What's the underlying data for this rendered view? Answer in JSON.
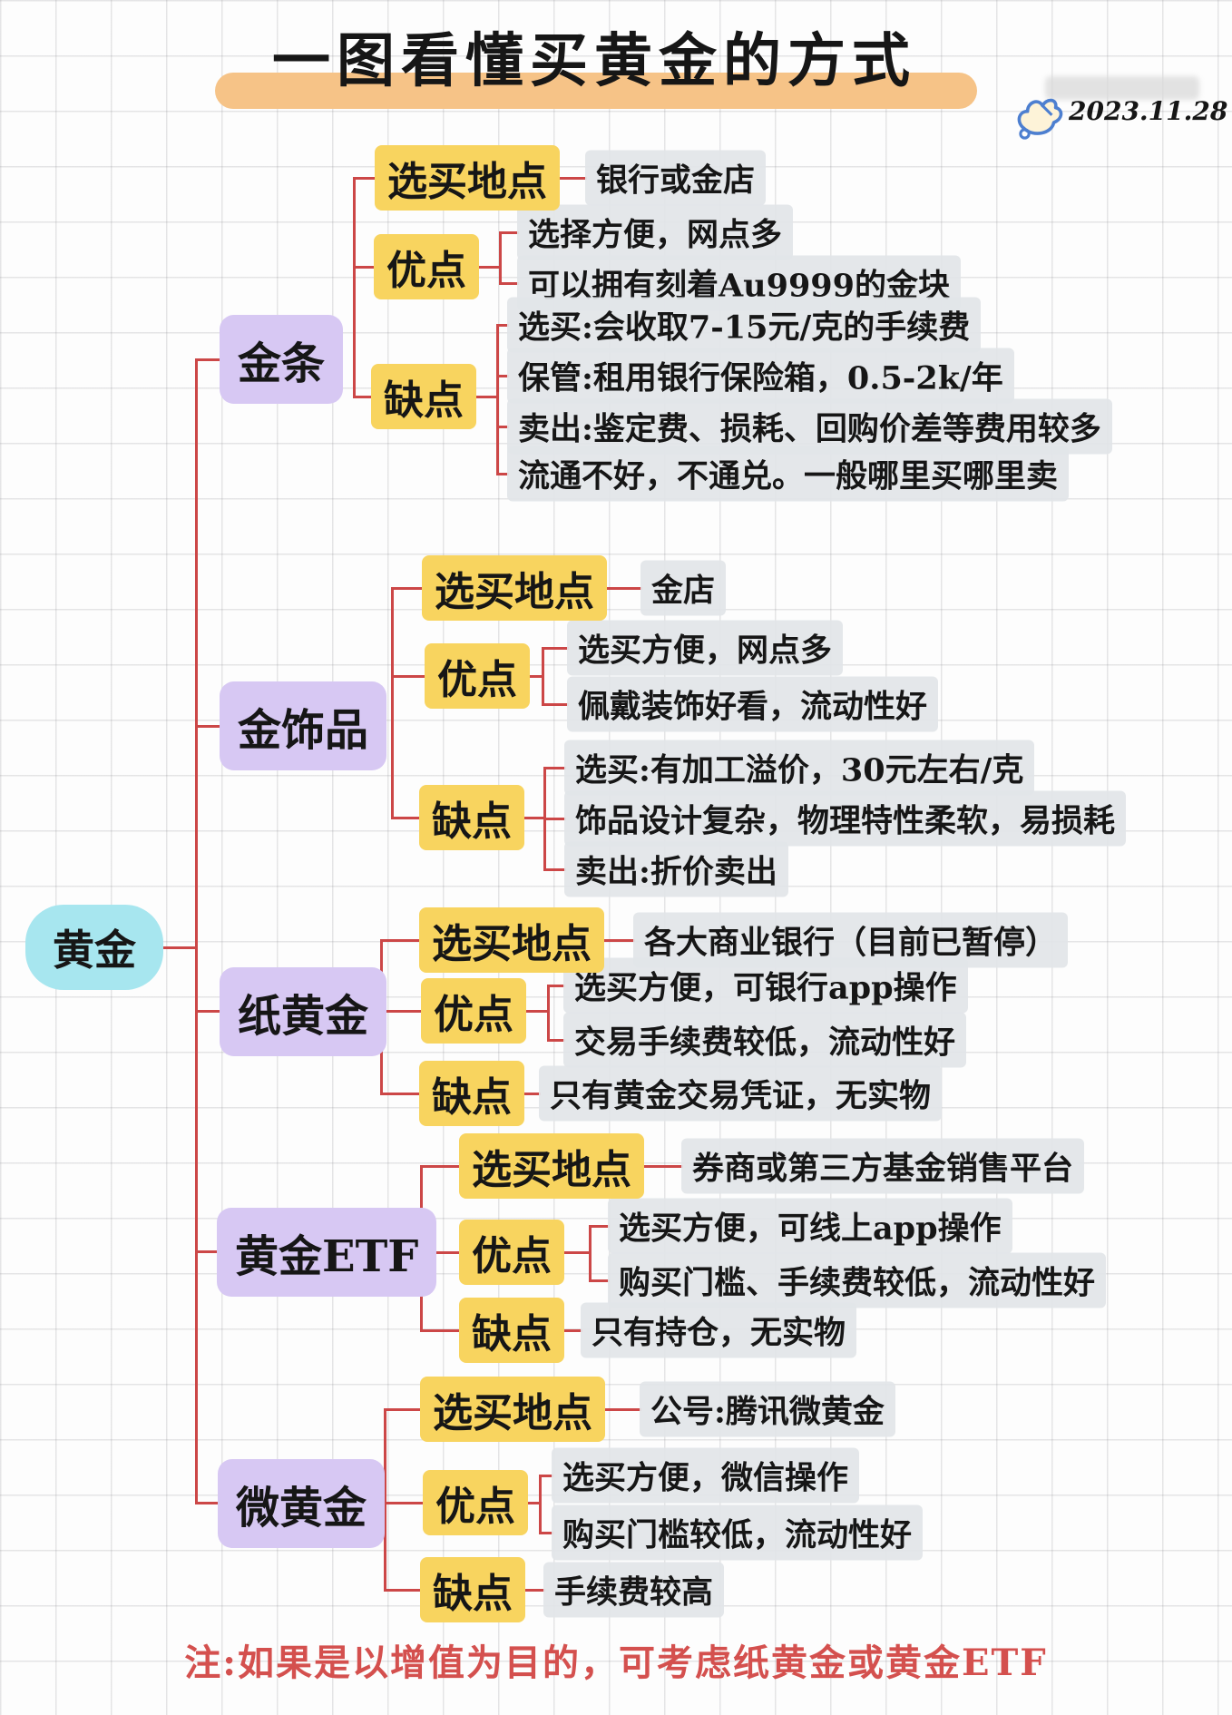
{
  "title": {
    "text": "一图看懂买黄金的方式"
  },
  "date": "2023.11.28",
  "root": {
    "label": "黄金"
  },
  "branches": [
    {
      "label": "金条",
      "groups": [
        {
          "label": "选买地点",
          "leaves": [
            "银行或金店"
          ]
        },
        {
          "label": "优点",
          "leaves": [
            "选择方便，网点多",
            "可以拥有刻着Au9999的金块"
          ]
        },
        {
          "label": "缺点",
          "leaves": [
            "选买:会收取7-15元/克的手续费",
            "保管:租用银行保险箱，0.5-2k/年",
            "卖出:鉴定费、损耗、回购价差等费用较多",
            "流通不好，不通兑。一般哪里买哪里卖"
          ]
        }
      ]
    },
    {
      "label": "金饰品",
      "groups": [
        {
          "label": "选买地点",
          "leaves": [
            "金店"
          ]
        },
        {
          "label": "优点",
          "leaves": [
            "选买方便，网点多",
            "佩戴装饰好看，流动性好"
          ]
        },
        {
          "label": "缺点",
          "leaves": [
            "选买:有加工溢价，30元左右/克",
            "饰品设计复杂，物理特性柔软，易损耗",
            "卖出:折价卖出"
          ]
        }
      ]
    },
    {
      "label": "纸黄金",
      "groups": [
        {
          "label": "选买地点",
          "leaves": [
            "各大商业银行（目前已暂停）"
          ]
        },
        {
          "label": "优点",
          "leaves": [
            "选买方便，可银行app操作",
            "交易手续费较低，流动性好"
          ]
        },
        {
          "label": "缺点",
          "leaves": [
            "只有黄金交易凭证，无实物"
          ]
        }
      ]
    },
    {
      "label": "黄金ETF",
      "groups": [
        {
          "label": "选买地点",
          "leaves": [
            "券商或第三方基金销售平台"
          ]
        },
        {
          "label": "优点",
          "leaves": [
            "选买方便，可线上app操作",
            "购买门槛、手续费较低，流动性好"
          ]
        },
        {
          "label": "缺点",
          "leaves": [
            "只有持仓，无实物"
          ]
        }
      ]
    },
    {
      "label": "微黄金",
      "groups": [
        {
          "label": "选买地点",
          "leaves": [
            "公号:腾讯微黄金"
          ]
        },
        {
          "label": "优点",
          "leaves": [
            "选买方便，微信操作",
            "购买门槛较低，流动性好"
          ]
        },
        {
          "label": "缺点",
          "leaves": [
            "手续费较高"
          ]
        }
      ]
    }
  ],
  "note": "注:如果是以增值为目的，可考虑纸黄金或黄金ETF",
  "colors": {
    "connector": "#cc4747",
    "root_bg": "#a7e6ef",
    "branch_bg": "#d7c8f3",
    "label_bg": "#f8d45f",
    "leaf_bg": "#e2e5e8",
    "title_highlight": "#f6c387",
    "note_text": "#d4504e",
    "dove_outline": "#4d7fd0"
  }
}
